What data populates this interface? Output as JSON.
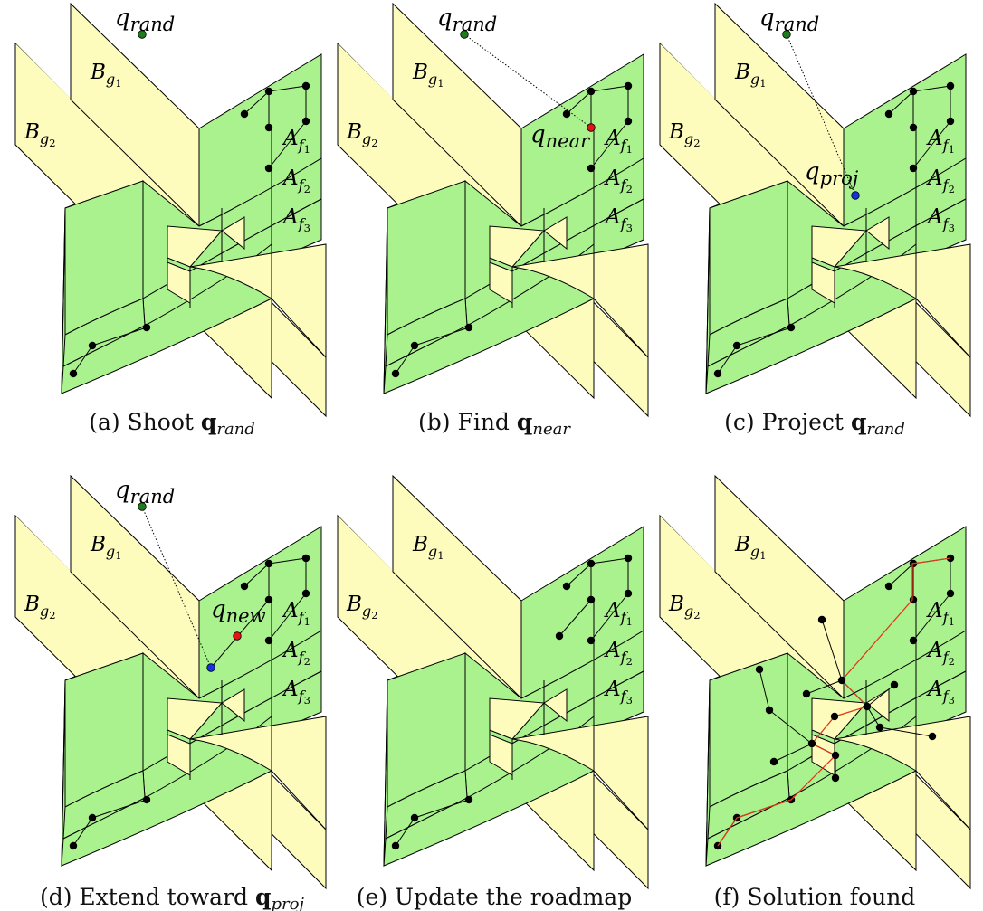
{
  "labels": {
    "B1": "B",
    "B1_sub": "g",
    "B1_subsub": "1",
    "B2": "B",
    "B2_sub": "g",
    "B2_subsub": "2",
    "A1": "A",
    "A1_sub": "f",
    "A1_subsub": "1",
    "A2": "A",
    "A2_sub": "f",
    "A2_subsub": "2",
    "A3": "A",
    "A3_sub": "f",
    "A3_subsub": "3"
  },
  "points": {
    "q_rand": {
      "base": "q",
      "sub": "rand"
    },
    "q_near": {
      "base": "q",
      "sub": "near"
    },
    "q_proj": {
      "base": "q",
      "sub": "proj"
    },
    "q_new": {
      "base": "q",
      "sub": "new"
    }
  },
  "colors": {
    "yellow": "#fdfcbd",
    "green": "#aaf28e",
    "q_rand_dot": "#1d7d1d",
    "q_near_dot": "#e01515",
    "q_proj_dot": "#1434e0",
    "solution_path": "#e03a1a"
  },
  "panels": [
    {
      "id": "a",
      "caption_prefix": "(a) Shoot",
      "caption_bold": "q",
      "caption_sub": "rand"
    },
    {
      "id": "b",
      "caption_prefix": "(b) Find",
      "caption_bold": "q",
      "caption_sub": "near"
    },
    {
      "id": "c",
      "caption_prefix": "(c) Project",
      "caption_bold": "q",
      "caption_sub": "rand"
    },
    {
      "id": "d",
      "caption_prefix": "(d) Extend toward",
      "caption_bold": "q",
      "caption_sub": "proj"
    },
    {
      "id": "e",
      "caption_prefix": "(e) Update the roadmap",
      "caption_bold": "",
      "caption_sub": ""
    },
    {
      "id": "f",
      "caption_prefix": "(f) Solution found",
      "caption_bold": "",
      "caption_sub": ""
    }
  ]
}
